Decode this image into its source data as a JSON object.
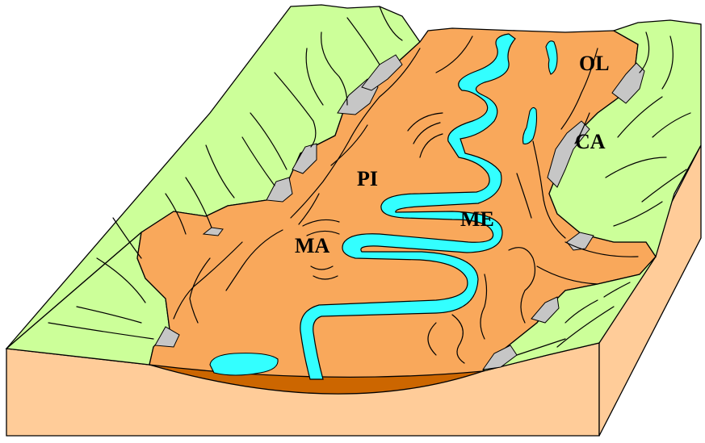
{
  "labels": {
    "ol": "OL",
    "ca": "CA",
    "pi": "PI",
    "me": "ME",
    "ma": "MA"
  },
  "colors": {
    "hillslope": "#ccff99",
    "floodplain": "#f9a85b",
    "colluvium": "#c6c6c6",
    "river": "#33ffff",
    "soil_face": "#ffcc99",
    "deposit_face": "#cc6600",
    "outline": "#000000"
  }
}
